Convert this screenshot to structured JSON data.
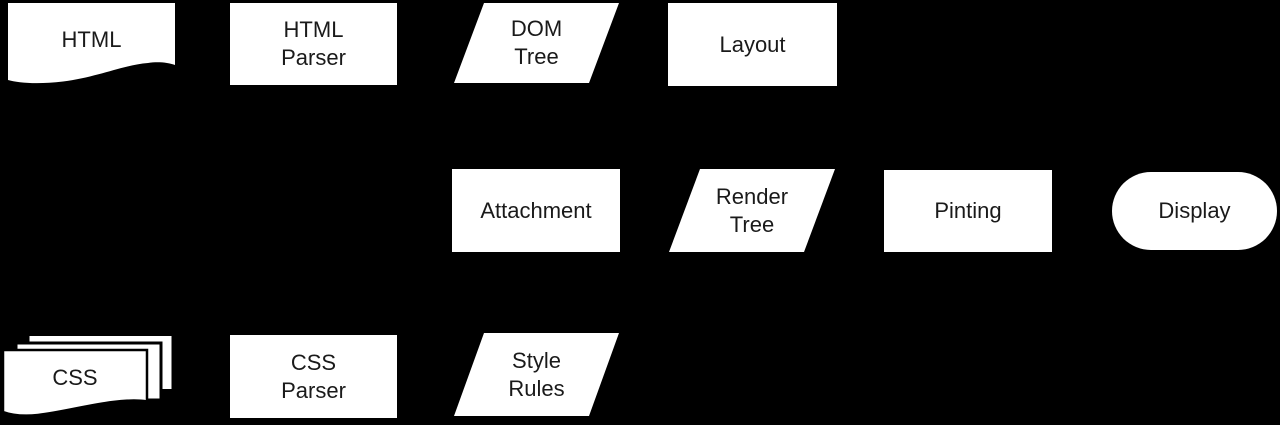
{
  "diagram": {
    "description": "Browser rendering pipeline flowchart",
    "colors": {
      "background": "#000000",
      "shape_fill": "#ffffff",
      "text": "#1a1a1a"
    },
    "nodes": [
      {
        "id": "html",
        "label": "HTML",
        "shape": "document"
      },
      {
        "id": "html-parser",
        "label": "HTML\nParser",
        "shape": "rectangle"
      },
      {
        "id": "dom-tree",
        "label": "DOM\nTree",
        "shape": "parallelogram"
      },
      {
        "id": "layout",
        "label": "Layout",
        "shape": "rectangle"
      },
      {
        "id": "attachment",
        "label": "Attachment",
        "shape": "rectangle"
      },
      {
        "id": "render-tree",
        "label": "Render\nTree",
        "shape": "parallelogram"
      },
      {
        "id": "pinting",
        "label": "Pinting",
        "shape": "rectangle"
      },
      {
        "id": "display",
        "label": "Display",
        "shape": "stadium"
      },
      {
        "id": "css",
        "label": "CSS",
        "shape": "multidocument"
      },
      {
        "id": "css-parser",
        "label": "CSS\nParser",
        "shape": "rectangle"
      },
      {
        "id": "style-rules",
        "label": "Style\nRules",
        "shape": "parallelogram"
      }
    ]
  }
}
